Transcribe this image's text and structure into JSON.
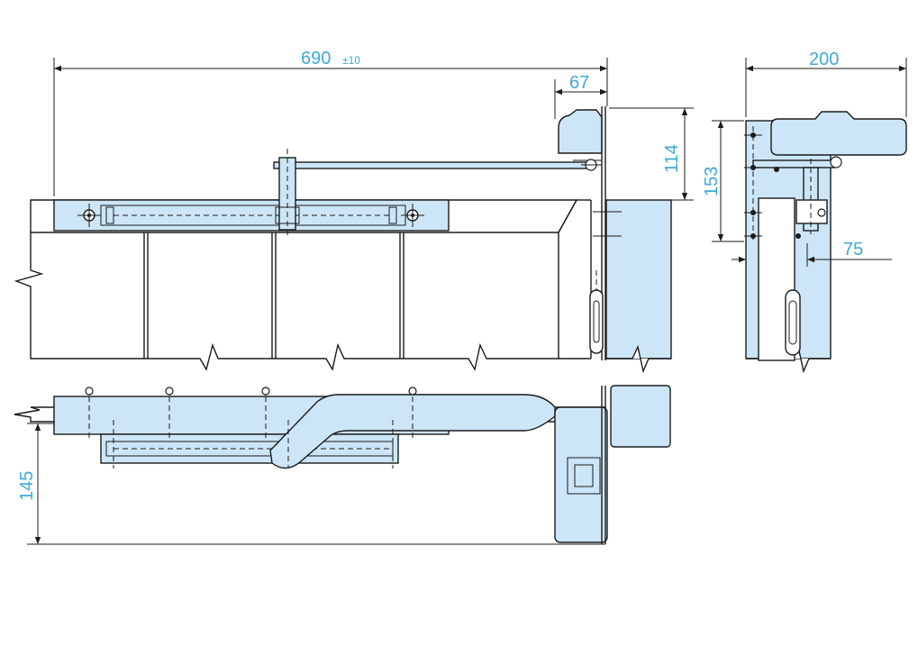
{
  "dimensions": {
    "overall_length": "690",
    "overall_tolerance": "±10",
    "offset_67": "67",
    "height_114": "114",
    "width_200": "200",
    "height_153": "153",
    "offset_75": "75",
    "height_145": "145"
  },
  "colors": {
    "part_fill": "#cce6f7",
    "dimension_text": "#3fa9d6",
    "line": "#1b1b1b"
  }
}
